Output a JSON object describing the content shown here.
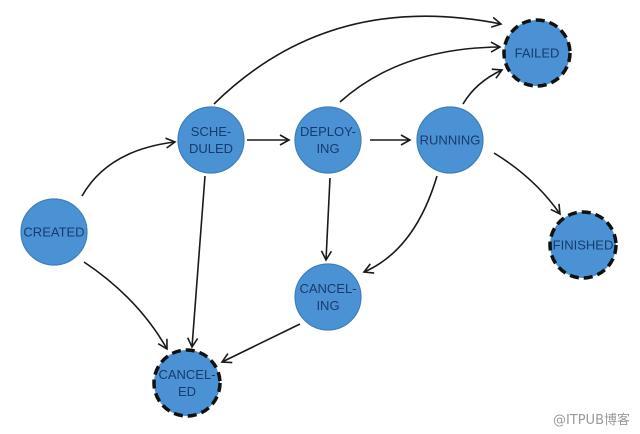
{
  "diagram": {
    "nodes": {
      "created": {
        "lines": [
          "CREATED"
        ],
        "final": false
      },
      "scheduled": {
        "lines": [
          "SCHE-",
          "DULED"
        ],
        "final": false
      },
      "deploying": {
        "lines": [
          "DEPLOY-",
          "ING"
        ],
        "final": false
      },
      "running": {
        "lines": [
          "RUNNING"
        ],
        "final": false
      },
      "failed": {
        "lines": [
          "FAILED"
        ],
        "final": true
      },
      "finished": {
        "lines": [
          "FINISHED"
        ],
        "final": true
      },
      "canceling": {
        "lines": [
          "CANCEL-",
          "ING"
        ],
        "final": false
      },
      "canceled": {
        "lines": [
          "CANCEL-",
          "ED"
        ],
        "final": true
      }
    },
    "edges": [
      [
        "created",
        "scheduled"
      ],
      [
        "created",
        "canceled"
      ],
      [
        "scheduled",
        "deploying"
      ],
      [
        "scheduled",
        "failed"
      ],
      [
        "scheduled",
        "canceled"
      ],
      [
        "deploying",
        "running"
      ],
      [
        "deploying",
        "failed"
      ],
      [
        "deploying",
        "canceling"
      ],
      [
        "running",
        "failed"
      ],
      [
        "running",
        "finished"
      ],
      [
        "running",
        "canceling"
      ],
      [
        "canceling",
        "canceled"
      ]
    ],
    "colors": {
      "node_fill": "#4a92d3",
      "label": "#183a6e",
      "edge": "#1a1a1a"
    }
  },
  "watermark": "@ITPUB博客"
}
